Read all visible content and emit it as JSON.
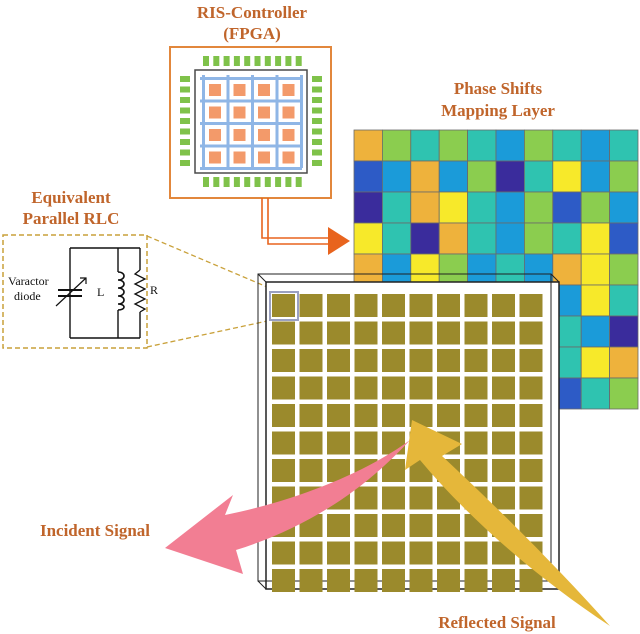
{
  "controller": {
    "title_line1": "RIS-Controller",
    "title_line2": "(FPGA)"
  },
  "phase_layer": {
    "title_line1": "Phase Shifts",
    "title_line2": "Mapping Layer"
  },
  "rlc": {
    "title_line1": "Equivalent",
    "title_line2": "Parallel RLC",
    "varactor_line1": "Varactor",
    "varactor_line2": "diode",
    "inductor": "L",
    "resistor": "R"
  },
  "signals": {
    "incident": "Incident Signal",
    "reflected": "Reflected Signal"
  },
  "colors": {
    "accent": "#c0652b",
    "fpga_border": "#e2873c",
    "fpga_pin": "#7fc24a",
    "fpga_pad": "#f39a6a",
    "fpga_grid": "#8fb6e6",
    "ris_cell": "#9b8a2c",
    "incident_arrow": "#f27e93",
    "reflected_arrow": "#e5b73a"
  },
  "phase_palette": [
    "#3a2c9c",
    "#2d5bc6",
    "#1b9bd9",
    "#2fc3b0",
    "#8bcd4f",
    "#eeb23c",
    "#f7e92a"
  ],
  "phase_matrix": [
    [
      5,
      4,
      3,
      4,
      3,
      2,
      4,
      3,
      2,
      3
    ],
    [
      1,
      2,
      5,
      2,
      4,
      0,
      3,
      6,
      2,
      4
    ],
    [
      0,
      3,
      5,
      6,
      3,
      2,
      4,
      1,
      4,
      2
    ],
    [
      6,
      3,
      0,
      5,
      3,
      2,
      4,
      3,
      6,
      1
    ],
    [
      5,
      2,
      6,
      4,
      2,
      3,
      2,
      5,
      6,
      4
    ],
    [
      0,
      3,
      1,
      6,
      2,
      6,
      5,
      2,
      6,
      3
    ],
    [
      1,
      6,
      5,
      4,
      2,
      1,
      4,
      3,
      2,
      0
    ],
    [
      2,
      3,
      4,
      6,
      2,
      4,
      5,
      3,
      6,
      5
    ],
    [
      1,
      3,
      4,
      2,
      3,
      6,
      2,
      1,
      3,
      4
    ]
  ]
}
